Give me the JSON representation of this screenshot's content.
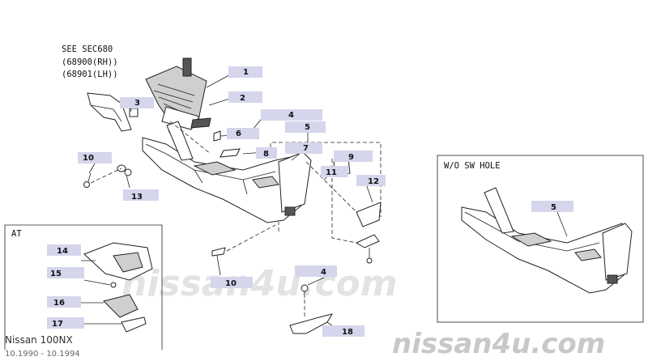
{
  "section_note": {
    "line1": "SEE SEC680",
    "line2": "(68900(RH))",
    "line3": "(68901(LH))"
  },
  "inset_at": {
    "title": "AT"
  },
  "inset_wo": {
    "title": "W/O SW HOLE"
  },
  "callouts": {
    "c1": "1",
    "c2": "2",
    "c3": "3",
    "c4": "4",
    "c4b": "4",
    "c5": "5",
    "c5b": "5",
    "c6": "6",
    "c7": "7",
    "c8": "8",
    "c9": "9",
    "c10": "10",
    "c10b": "10",
    "c11": "11",
    "c12": "12",
    "c13": "13",
    "c14": "14",
    "c15": "15",
    "c16": "16",
    "c17": "17",
    "c18": "18"
  },
  "footer": {
    "model": "Nissan 100NX",
    "dates": "10.1990 - 10.1994"
  },
  "watermark": {
    "center": "nissan4u.com",
    "corner": "nissan4u.com"
  },
  "colors": {
    "tag_fill": "#d5d5ec",
    "line": "#222222",
    "watermark": "#c8c8c8"
  }
}
